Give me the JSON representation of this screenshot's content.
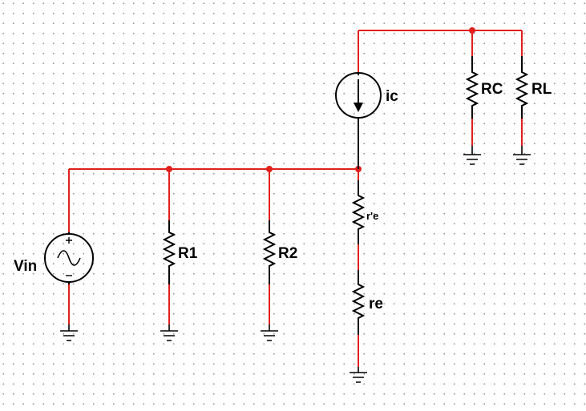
{
  "colors": {
    "wire": "#e0201b",
    "component": "#000000",
    "grid_dots": "#9a9a9a"
  },
  "labels": {
    "vin": "Vin",
    "r1": "R1",
    "r2": "R2",
    "re_prime": "r'e",
    "re": "re",
    "ic": "ic",
    "rc": "RC",
    "rl": "RL",
    "plus": "+",
    "minus": "−"
  },
  "icons": {
    "ac_source": "ac-voltage-source-icon",
    "current_source": "current-source-icon",
    "resistor": "resistor-icon",
    "ground": "ground-icon"
  }
}
